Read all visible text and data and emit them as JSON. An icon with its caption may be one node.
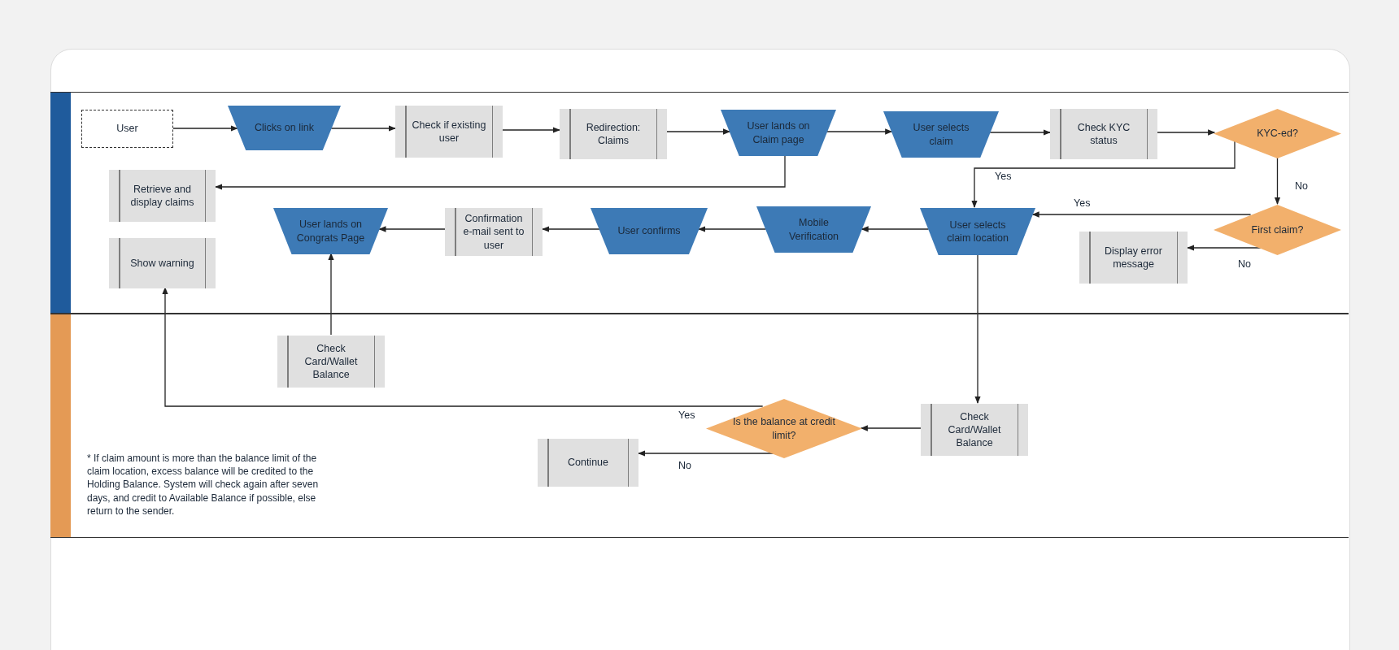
{
  "diagram": {
    "nodes": [
      {
        "text": [],
        "shape": "band"
      },
      {
        "text": [],
        "shape": "band"
      },
      {
        "text": [
          "User"
        ],
        "in": 0
      },
      {
        "text": [
          "Clicks on link"
        ],
        "in": 0
      },
      {
        "text": [
          "Check if existing user"
        ],
        "in": 0
      },
      {
        "text": [
          "Redirection: Claims"
        ],
        "in": 0
      },
      {
        "text": [
          "User lands on Claim page"
        ],
        "in": 0
      },
      {
        "text": [
          "User selects claim"
        ],
        "in": 0
      },
      {
        "text": [
          "Check KYC status"
        ],
        "in": 0
      },
      {
        "text": [
          "KYC-ed?"
        ],
        "in": 0
      },
      {
        "text": [
          "Retrieve and display claims"
        ],
        "in": 0
      },
      {
        "text": [
          "Show warning"
        ],
        "in": 0
      },
      {
        "text": [
          "User lands on Congrats Page"
        ],
        "in": 0
      },
      {
        "text": [
          "Confirmation e-mail sent to user"
        ],
        "in": 0
      },
      {
        "text": [
          "User confirms"
        ],
        "in": 0
      },
      {
        "text": [
          "Mobile Verification"
        ],
        "in": 0
      },
      {
        "text": [
          "User selects claim location"
        ],
        "in": 0
      },
      {
        "text": [
          "First claim?"
        ],
        "in": 0
      },
      {
        "text": [
          "Display error message"
        ],
        "in": 0
      },
      {
        "text": [
          "Check Card/Wallet Balance"
        ],
        "in": 1
      },
      {
        "text": [
          "Is the balance at credit limit?"
        ],
        "in": 1
      },
      {
        "text": [
          "Check Card/Wallet Balance"
        ],
        "in": 1
      },
      {
        "text": [
          "Continue"
        ],
        "in": 1
      }
    ],
    "edges": [
      {
        "from": 2,
        "to": 3,
        "arrow": "to"
      },
      {
        "from": 3,
        "to": 4,
        "arrow": "to"
      },
      {
        "from": 4,
        "to": 5,
        "arrow": "to"
      },
      {
        "from": 5,
        "to": 6,
        "arrow": "to"
      },
      {
        "from": 6,
        "to": 7,
        "arrow": "to"
      },
      {
        "from": 7,
        "to": 8,
        "arrow": "to"
      },
      {
        "from": 8,
        "to": 9,
        "arrow": "to"
      },
      {
        "from": 6,
        "to": 10,
        "arrow": "to"
      },
      {
        "from": 9,
        "to": 16,
        "arrow": "to",
        "label": "Yes"
      },
      {
        "from": 9,
        "to": 17,
        "arrow": "to",
        "label": "No"
      },
      {
        "from": 17,
        "to": 16,
        "arrow": "to",
        "label": "Yes"
      },
      {
        "from": 17,
        "to": 18,
        "arrow": "to",
        "label": "No"
      },
      {
        "from": 16,
        "to": 15,
        "arrow": "to"
      },
      {
        "from": 15,
        "to": 14,
        "arrow": "to"
      },
      {
        "from": 14,
        "to": 13,
        "arrow": "to"
      },
      {
        "from": 13,
        "to": 12,
        "arrow": "to"
      },
      {
        "from": 16,
        "to": 21,
        "arrow": "to"
      },
      {
        "from": 21,
        "to": 20,
        "arrow": "to"
      },
      {
        "from": 20,
        "to": 11,
        "arrow": "to",
        "label": "Yes"
      },
      {
        "from": 20,
        "to": 22,
        "arrow": "to",
        "label": "No"
      },
      {
        "from": 19,
        "to": 12,
        "arrow": "to"
      }
    ],
    "labels": [
      "* If claim amount is more than the balance limit of the claim location, excess balance will be credited to the Holding Balance. System will check again after seven days, and credit to Available Balance if possible, else return to the sender."
    ]
  }
}
